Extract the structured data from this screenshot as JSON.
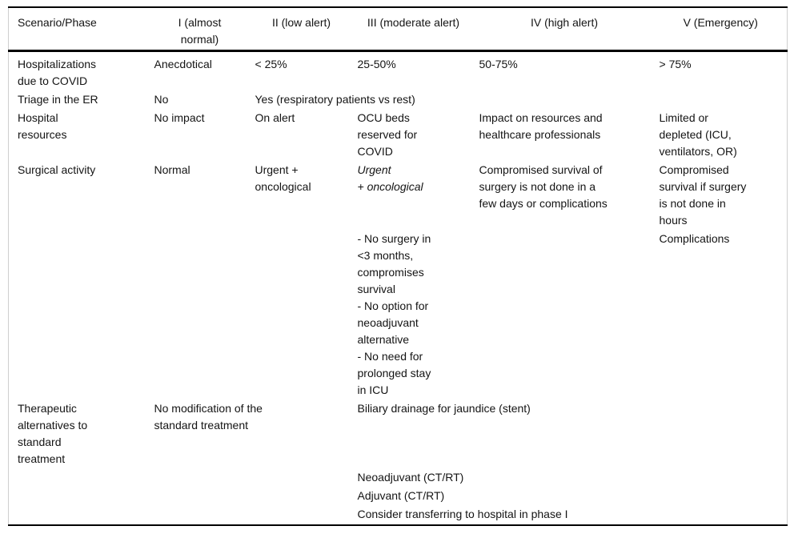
{
  "figure": {
    "kind": "paper-table",
    "description_visible": "Scenario/Phase table for COVID alert levels"
  },
  "colors": {
    "rule": "#000000",
    "frame": "#cfcfcf",
    "text": "#141414",
    "background": "#ffffff"
  },
  "table": {
    "columns": [
      {
        "label": "Scenario/Phase",
        "align": "left"
      },
      {
        "label": "I (almost\nnormal)",
        "align": "center"
      },
      {
        "label": "II (low alert)",
        "align": "center"
      },
      {
        "label": "III (moderate alert)",
        "align": "center"
      },
      {
        "label": "IV (high alert)",
        "align": "center"
      },
      {
        "label": "V (Emergency)",
        "align": "center"
      }
    ],
    "rows": [
      {
        "cells": [
          {
            "text": "Hospitalizations\ndue to COVID"
          },
          {
            "text": "Anecdotical"
          },
          {
            "text": "< 25%"
          },
          {
            "text": "25-50%"
          },
          {
            "text": "50-75%"
          },
          {
            "text": "> 75%"
          }
        ]
      },
      {
        "cells": [
          {
            "text": "Triage in the ER"
          },
          {
            "text": "No"
          },
          {
            "text": "Yes (respiratory patients vs rest)",
            "colspan": 4
          }
        ]
      },
      {
        "cells": [
          {
            "text": "Hospital\nresources"
          },
          {
            "text": "No impact"
          },
          {
            "text": "On alert"
          },
          {
            "text": "OCU beds\nreserved for\nCOVID"
          },
          {
            "text": "Impact on resources and\nhealthcare professionals"
          },
          {
            "text": "Limited or\ndepleted (ICU,\nventilators, OR)"
          }
        ]
      },
      {
        "cells": [
          {
            "text": "Surgical activity"
          },
          {
            "text": "Normal"
          },
          {
            "text": "Urgent +\noncological"
          },
          {
            "text": "Urgent\n+ oncological",
            "italic": true
          },
          {
            "text": "Compromised survival of\nsurgery is not done in a\nfew days or complications"
          },
          {
            "text": "Compromised\nsurvival if surgery\nis not done in\nhours"
          }
        ]
      },
      {
        "cells": [
          {
            "text": ""
          },
          {
            "text": ""
          },
          {
            "text": ""
          },
          {
            "text": "- No surgery in\n<3 months,\ncompromises\nsurvival\n- No option for\nneoadjuvant\nalternative\n- No need for\nprolonged stay\nin ICU"
          },
          {
            "text": ""
          },
          {
            "text": "Complications"
          }
        ]
      },
      {
        "cells": [
          {
            "text": "Therapeutic\nalternatives to\nstandard\ntreatment"
          },
          {
            "text": "No modification of the\nstandard treatment",
            "colspan": 2
          },
          {
            "text": "Biliary drainage for jaundice (stent)",
            "colspan": 3
          }
        ]
      },
      {
        "cells": [
          {
            "text": ""
          },
          {
            "text": "",
            "colspan": 2
          },
          {
            "text": "Neoadjuvant (CT/RT)",
            "colspan": 3
          }
        ]
      },
      {
        "cells": [
          {
            "text": ""
          },
          {
            "text": "",
            "colspan": 2
          },
          {
            "text": "Adjuvant (CT/RT)",
            "colspan": 3
          }
        ]
      },
      {
        "cells": [
          {
            "text": ""
          },
          {
            "text": "",
            "colspan": 2
          },
          {
            "text": "Consider transferring to hospital in phase I",
            "colspan": 3
          }
        ]
      }
    ]
  }
}
